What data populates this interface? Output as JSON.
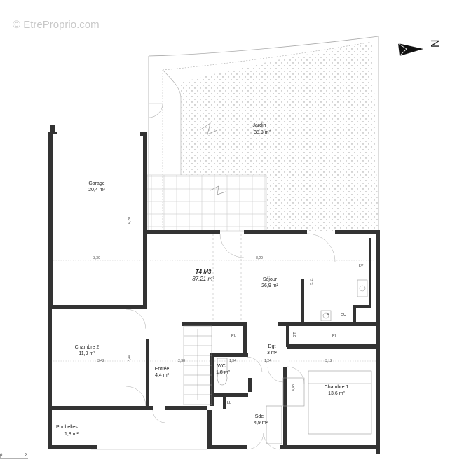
{
  "watermark": "© EtreProprio.com",
  "compass": {
    "label": "N"
  },
  "scale": {
    "start": "0",
    "end": "2"
  },
  "plan": {
    "title": "T4 M3",
    "area": "87,21 m²"
  },
  "rooms": {
    "jardin": {
      "name": "Jardin",
      "area": "38,8 m²"
    },
    "garage": {
      "name": "Garage",
      "area": "20,4 m²"
    },
    "sejour": {
      "name": "Séjour",
      "area": "26,9 m²"
    },
    "chambre2": {
      "name": "Chambre 2",
      "area": "11,9 m²"
    },
    "entree": {
      "name": "Entrée",
      "area": "4,4 m²"
    },
    "dgt": {
      "name": "Dgt",
      "area": "3 m²"
    },
    "wc": {
      "name": "WC",
      "area": "1,8 m²"
    },
    "chambre1": {
      "name": "Chambre 1",
      "area": "13,6 m²"
    },
    "sde": {
      "name": "Sde",
      "area": "4,9 m²"
    },
    "poubelles": {
      "name": "Poubelles",
      "area": "1,8 m²"
    }
  },
  "dimensions": {
    "garage_width": "3,30",
    "garage_depth": "6,20",
    "sejour_width": "8,20",
    "sejour_depth": "5,11",
    "chambre2_width": "3,42",
    "chambre2_depth": "3,48",
    "entree_width": "2,38",
    "wc_width": "1,34",
    "dgt_width": "1,24",
    "chambre1_width": "3,12",
    "chambre1_depth": "4,43"
  },
  "fixtures": {
    "lv": "LV",
    "f": "F",
    "cu": "CU",
    "pl_1": "Pl.",
    "pl_2": "Pl.",
    "gt": "GT",
    "ll": "LL"
  }
}
